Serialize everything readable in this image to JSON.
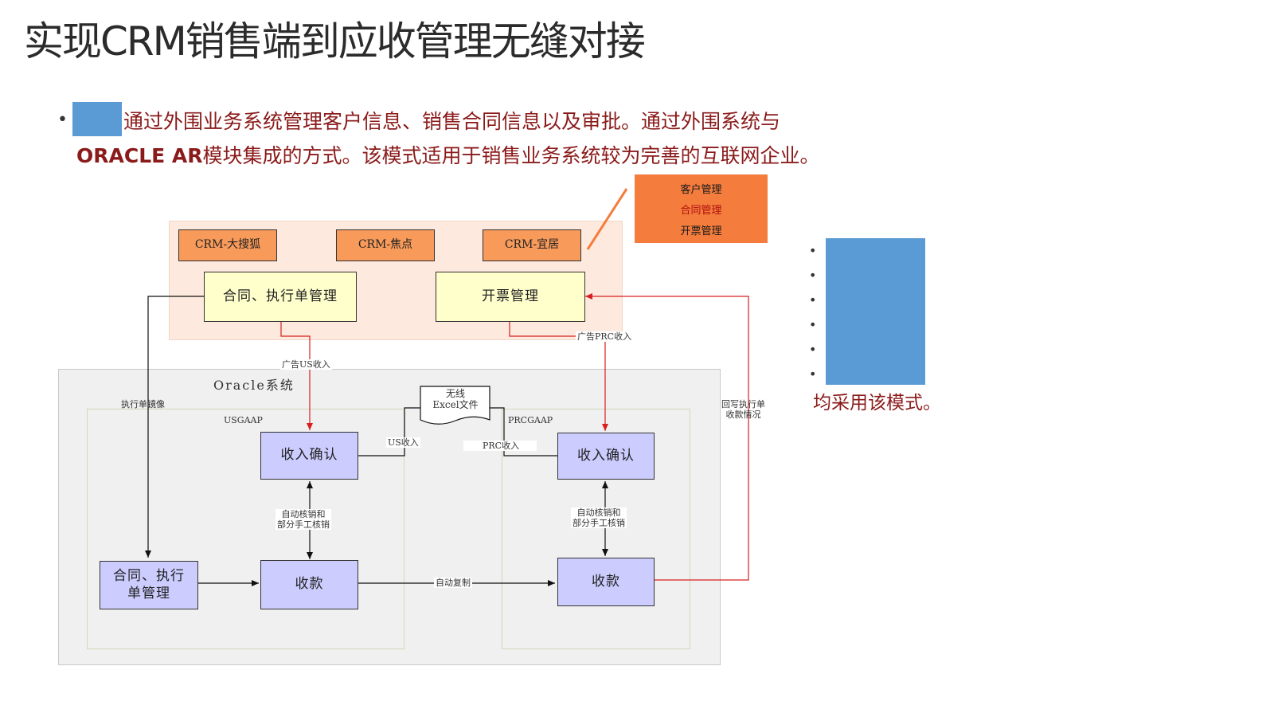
{
  "title": "实现CRM销售端到应收管理无缝对接",
  "intro": {
    "bullet": "•",
    "line1": "通过外围业务系统管理客户信息、销售合同信息以及审批。通过外围系统与",
    "line2_bold": "ORACLE AR",
    "line2_rest": "模块集成的方式。该模式适用于销售业务系统较为完善的互联网企业。"
  },
  "orange_panel": {
    "items": [
      "客户管理",
      "合同管理",
      "开票管理"
    ]
  },
  "right_note": {
    "bullets": [
      "•",
      "•",
      "•",
      "•",
      "•",
      "•"
    ],
    "text": "均采用该模式。"
  },
  "diagram": {
    "crm_boxes": [
      "CRM-大搜狐",
      "CRM-焦点",
      "CRM-宜居"
    ],
    "contract_mgmt": "合同、执行单管理",
    "invoice_mgmt": "开票管理",
    "oracle_label": "Oracle系统",
    "usgaap": "USGAAP",
    "prcgaap": "PRCGAAP",
    "rev_confirm_us": "收入确认",
    "rev_confirm_prc": "收入确认",
    "receipt_us": "收款",
    "receipt_prc": "收款",
    "contract_exec_box": "合同、执行单管理",
    "wireless_excel": "无线\nExcel文件",
    "edge_us_income": "广告US收入",
    "edge_prc_income": "广告PRC收入",
    "edge_exec_image": "执行单镜像",
    "edge_writeback": "回写执行单\n收款情况",
    "edge_us": "US收入",
    "edge_prc": "PRC收入",
    "edge_auto_us": "自动核销和\n部分手工核销",
    "edge_auto_prc": "自动核销和\n部分手工核销",
    "edge_auto_copy": "自动复制"
  }
}
